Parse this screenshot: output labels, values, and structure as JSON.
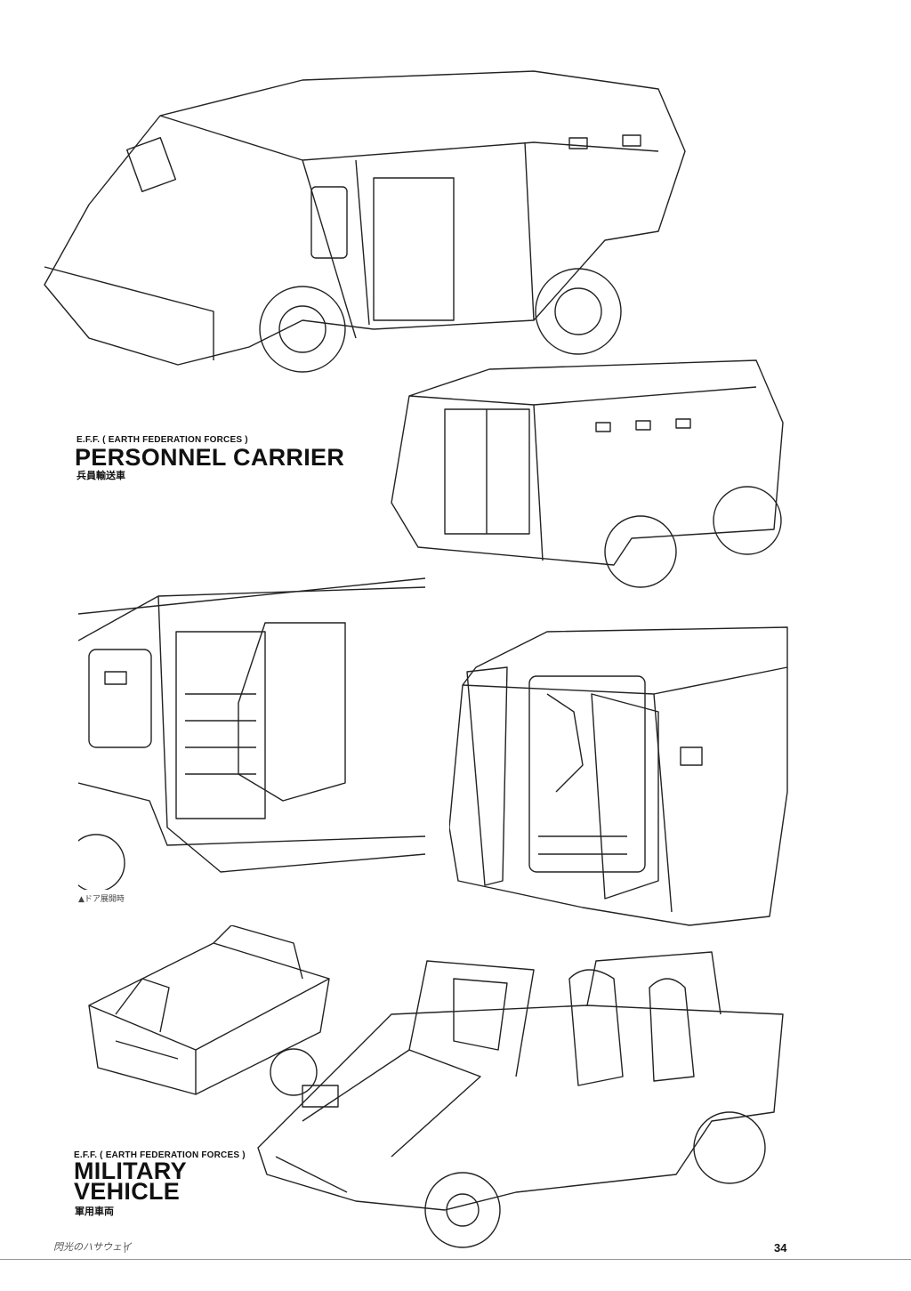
{
  "personnel_carrier": {
    "subtitle": "E.F.F. ( EARTH FEDERATION FORCES )",
    "title": "PERSONNEL CARRIER",
    "japanese": "兵員輸送車"
  },
  "door_caption": "▲ドア展開時",
  "military_vehicle": {
    "subtitle": "E.F.F. ( EARTH FEDERATION FORCES )",
    "title_line1": "MILITARY",
    "title_line2": "VEHICLE",
    "japanese": "軍用車両"
  },
  "footer": {
    "logo": "閃光のハサウェイ",
    "page_number": "34"
  }
}
